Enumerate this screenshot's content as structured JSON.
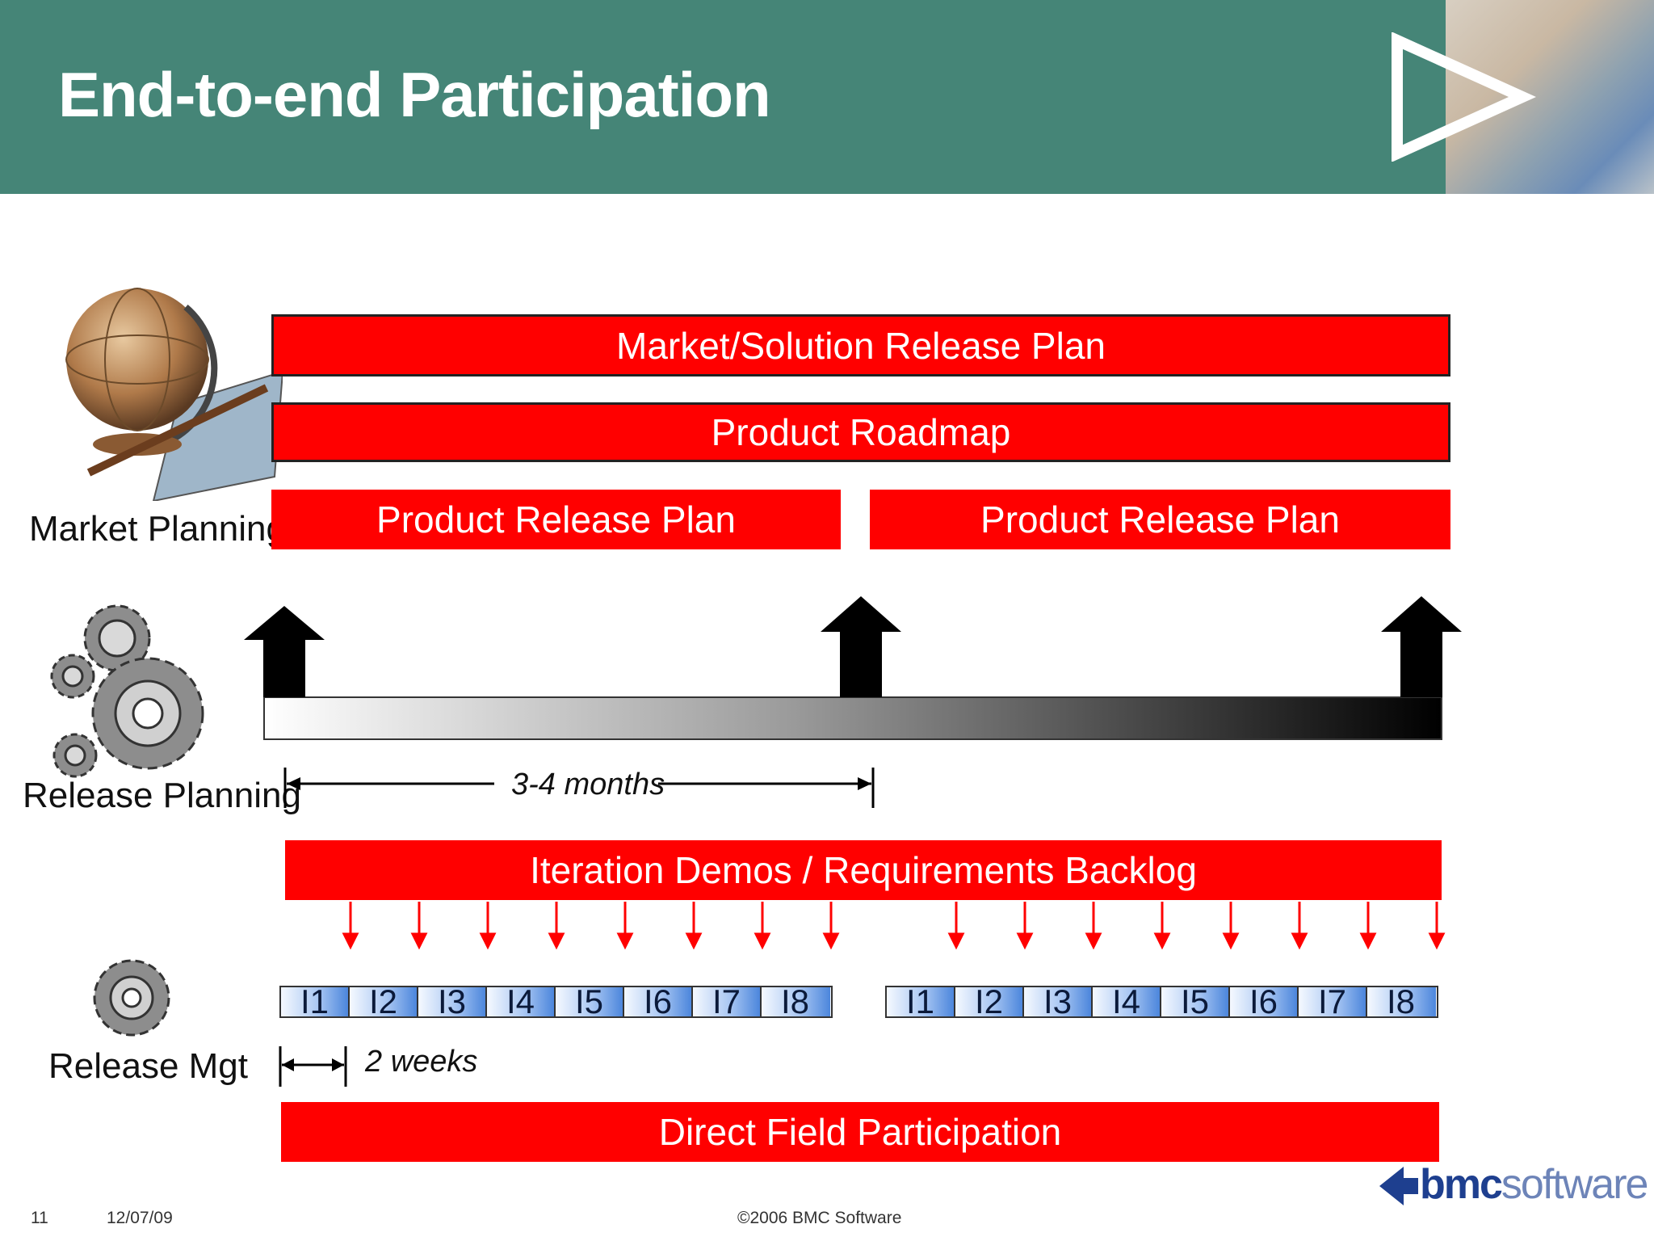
{
  "title": "End-to-end Participation",
  "planning_bars": {
    "market_solution": "Market/Solution Release Plan",
    "roadmap": "Product Roadmap",
    "release_plan_1": "Product Release Plan",
    "release_plan_2": "Product Release Plan"
  },
  "side_labels": {
    "market": "Market Planning",
    "release_planning": "Release Planning",
    "release_mgt": "Release Mgt"
  },
  "durations": {
    "release_cycle": "3-4 months",
    "iteration": "2 weeks"
  },
  "iteration_bar": "Iteration Demos / Requirements Backlog",
  "iterations_1": [
    "I1",
    "I2",
    "I3",
    "I4",
    "I5",
    "I6",
    "I7",
    "I8"
  ],
  "iterations_2": [
    "I1",
    "I2",
    "I3",
    "I4",
    "I5",
    "I6",
    "I7",
    "I8"
  ],
  "field_bar": "Direct Field Participation",
  "footer": {
    "slide_number": "11",
    "date": "12/07/09",
    "copyright": "©2006 BMC Software"
  },
  "logo": {
    "bold": "bmc",
    "light": "software"
  },
  "colors": {
    "header": "#458577",
    "bar": "#ff0000",
    "logo": "#1e3f8f"
  }
}
